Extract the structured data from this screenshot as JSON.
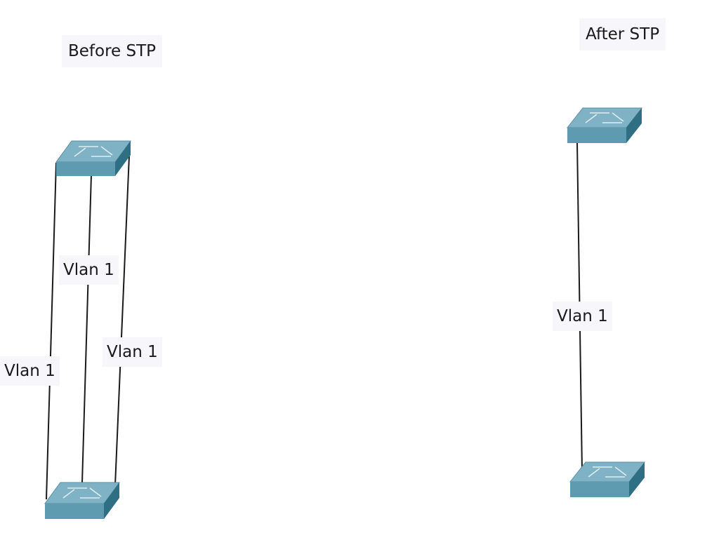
{
  "panels": {
    "before": {
      "title": "Before STP",
      "links": [
        {
          "label": "Vlan 1"
        },
        {
          "label": "Vlan 1"
        },
        {
          "label": "Vlan 1"
        }
      ]
    },
    "after": {
      "title": "After STP",
      "links": [
        {
          "label": "Vlan 1"
        }
      ]
    }
  },
  "icons": {
    "switch": "network-switch-icon"
  },
  "colors": {
    "switch_top": "#7fb2c4",
    "switch_front": "#5e9ab0",
    "switch_side": "#2f6f84",
    "link_line": "#1a1a1a",
    "label_bg": "#f7f7fb"
  }
}
